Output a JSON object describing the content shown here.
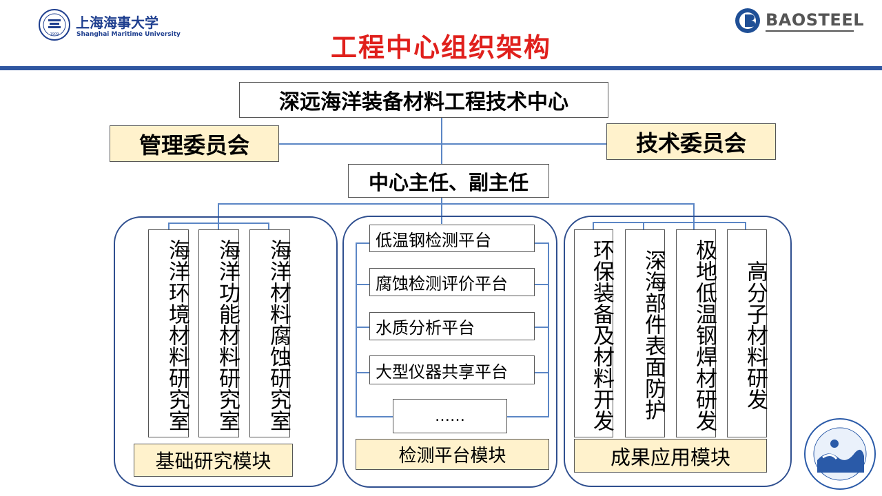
{
  "header": {
    "university_cn": "上海海事大学",
    "university_en": "Shanghai Maritime University",
    "seal_year": "1909",
    "company": "BAOSTEEL",
    "title": "工程中心组织架构"
  },
  "org": {
    "root": "深远海洋装备材料工程技术中心",
    "management_committee": "管理委员会",
    "technical_committee": "技术委员会",
    "director": "中心主任、副主任"
  },
  "basic_research": {
    "label": "基础研究模块",
    "labs": [
      "海洋环境材料研究室",
      "海洋功能材料研究室",
      "海洋材料腐蚀研究室"
    ]
  },
  "testing": {
    "label": "检测平台模块",
    "platforms": [
      "低温钢检测平台",
      "腐蚀检测评价平台",
      "水质分析平台",
      "大型仪器共享平台",
      "……"
    ]
  },
  "application": {
    "label": "成果应用模块",
    "items": [
      "环保装备及材料开发",
      "深海部件表面防护",
      "极地低温钢焊材研发",
      "高分子材料研发"
    ]
  },
  "colors": {
    "title": "#e0201c",
    "bar": "#2f56a0",
    "line": "#5b86c5",
    "cream": "#fff2cc",
    "group_border": "#2f4f8f"
  }
}
